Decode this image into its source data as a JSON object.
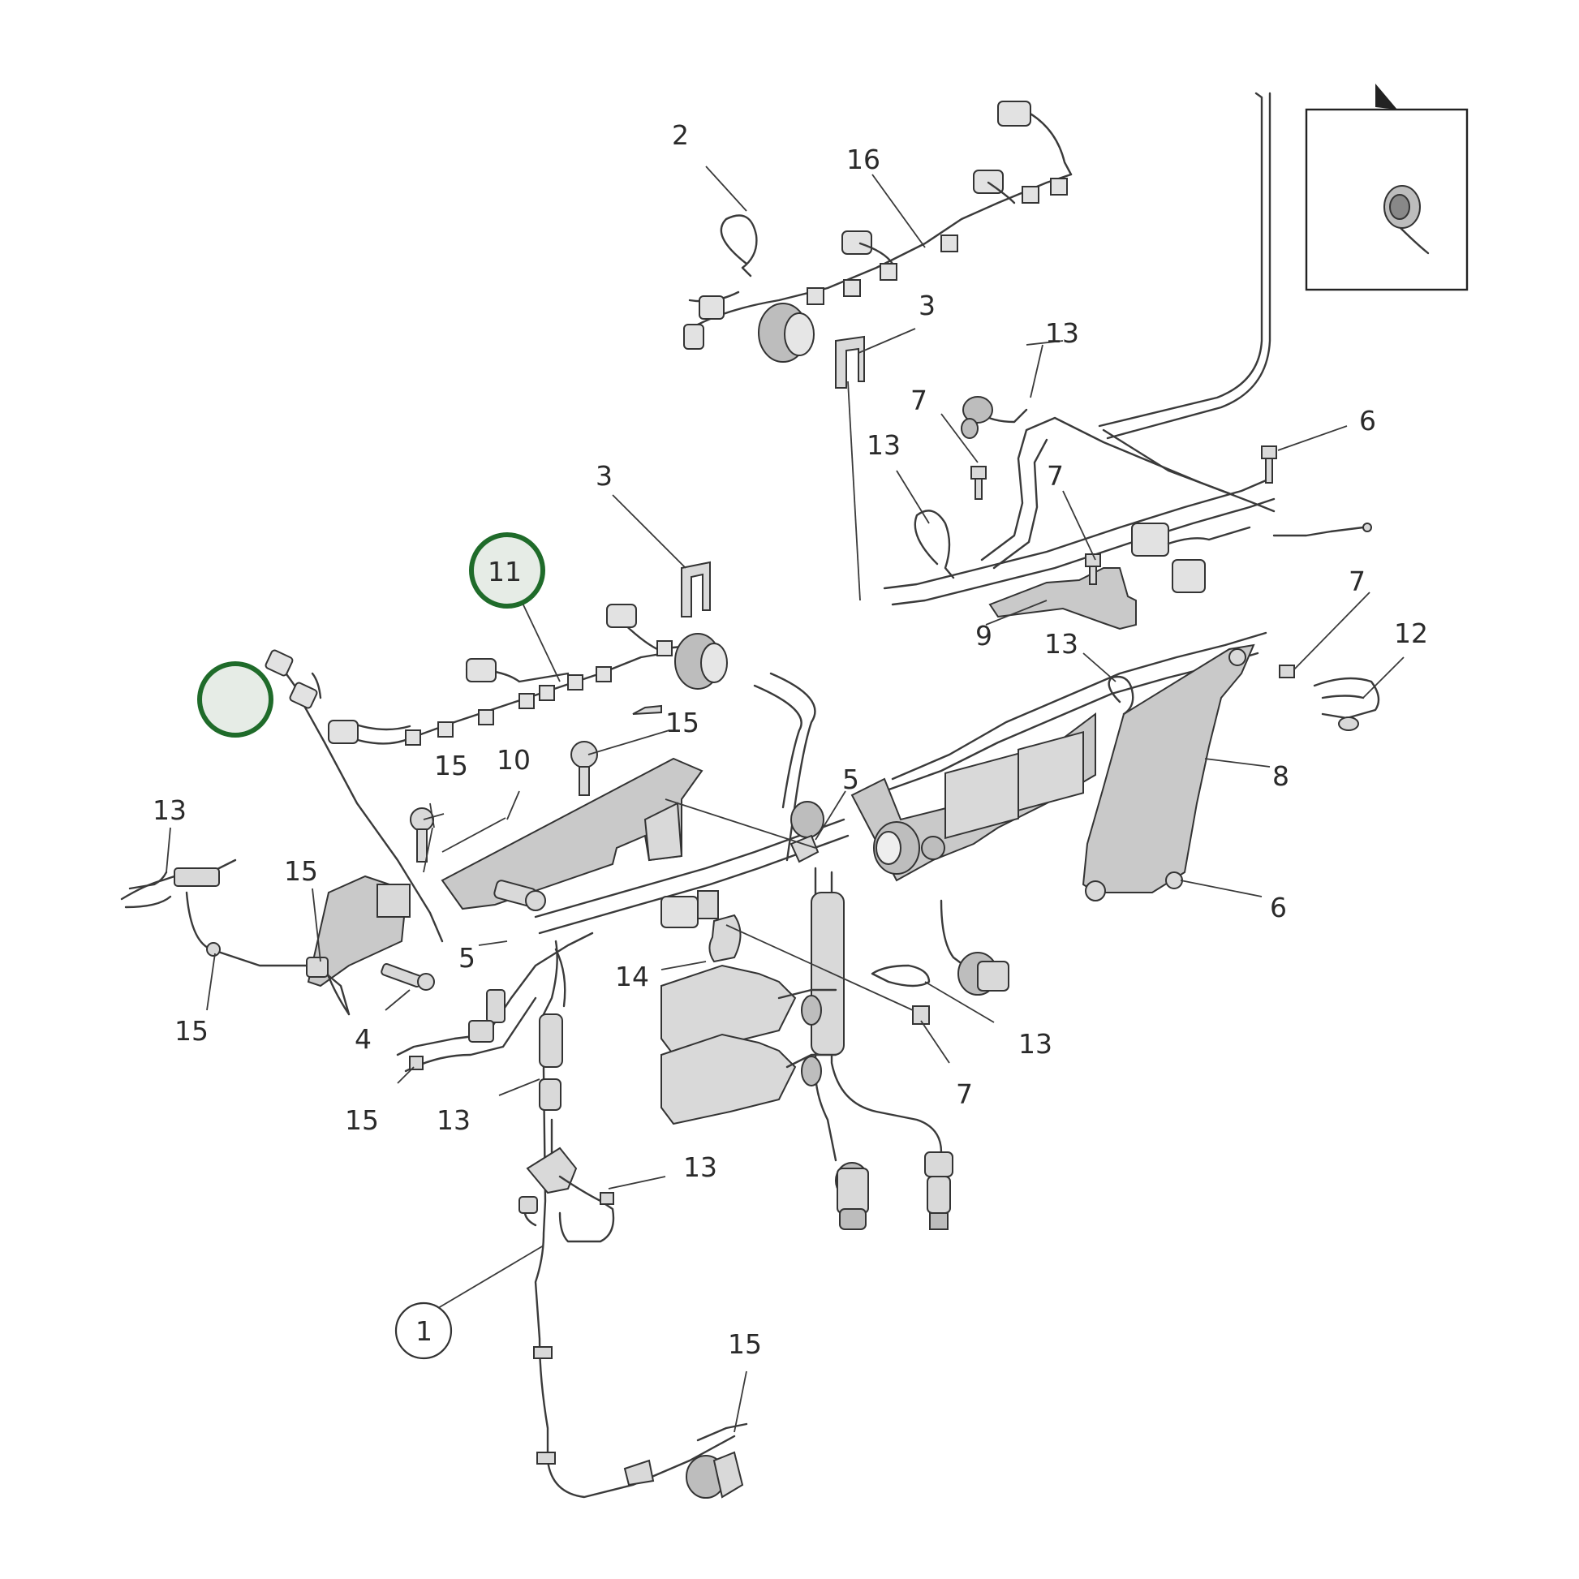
{
  "callouts": [
    {
      "id": "c2",
      "text": "2"
    },
    {
      "id": "c16",
      "text": "16"
    },
    {
      "id": "c3a",
      "text": "3"
    },
    {
      "id": "c13a",
      "text": "13"
    },
    {
      "id": "c7a",
      "text": "7"
    },
    {
      "id": "c13b",
      "text": "13"
    },
    {
      "id": "c6a",
      "text": "6"
    },
    {
      "id": "c7b",
      "text": "7"
    },
    {
      "id": "c3b",
      "text": "3"
    },
    {
      "id": "c11",
      "text": "11"
    },
    {
      "id": "c9",
      "text": "9"
    },
    {
      "id": "c13c",
      "text": "13"
    },
    {
      "id": "c7c",
      "text": "7"
    },
    {
      "id": "c12",
      "text": "12"
    },
    {
      "id": "c15a",
      "text": "15"
    },
    {
      "id": "c15b",
      "text": "15"
    },
    {
      "id": "c10",
      "text": "10"
    },
    {
      "id": "c5a",
      "text": "5"
    },
    {
      "id": "c8",
      "text": "8"
    },
    {
      "id": "c13d",
      "text": "13"
    },
    {
      "id": "c15c",
      "text": "15"
    },
    {
      "id": "c6b",
      "text": "6"
    },
    {
      "id": "c5b",
      "text": "5"
    },
    {
      "id": "c14",
      "text": "14"
    },
    {
      "id": "c13e",
      "text": "13"
    },
    {
      "id": "c15d",
      "text": "15"
    },
    {
      "id": "c4",
      "text": "4"
    },
    {
      "id": "c7d",
      "text": "7"
    },
    {
      "id": "c15e",
      "text": "15"
    },
    {
      "id": "c13f",
      "text": "13"
    },
    {
      "id": "c13g",
      "text": "13"
    },
    {
      "id": "c1",
      "text": "1"
    },
    {
      "id": "c15f",
      "text": "15"
    }
  ],
  "highlight_color": "#1f6b2a",
  "highlight_fill": "#e6ece6"
}
